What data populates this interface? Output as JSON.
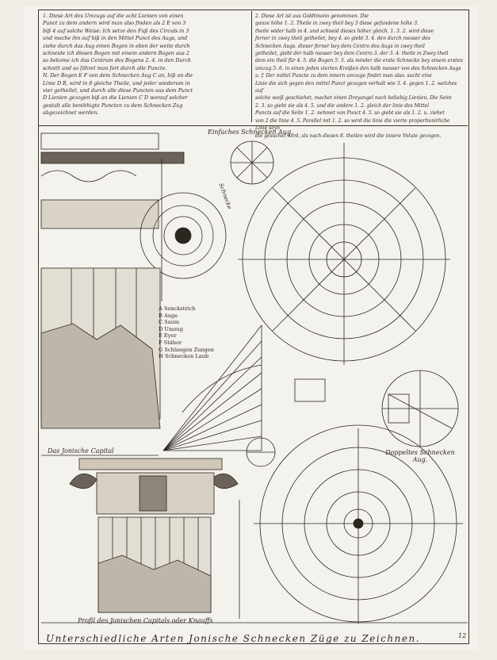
{
  "text_block_1": "1. Diese Art des Umzugs auf die acht Lienien von einen\nPunct zu dem andern wird man also finden als 2 E von 3\nbiß 4 auf solche Weise: Ich setze den Fuß des Circuls in 3\nund mache ihn auf biß in den Mittel Punct des Augs, und\nziehe durch das Aug einen Bogen in eben der weite durch\nschneide ich diesen Bogen mit einem andern Bogen aus 2\nso bekome ich das Centrum des Bogens 2. 4. in den Durch\nschnitt und so fähret man fort durch alle Puncte.\nN. Der Bogen E F von dem Schnecken Aug C an, biß an die\nLinie D B, wird in 8 gleiche Theile, und jeder wiederum in\nvier getheilet, und durch alle diese Puncten aus dem Punct\nD Lienien gezogen biß an die Lienien C D worauf solcher\ngestalt alle benöthigte Puncten zu dem Schnecken Zug\nabgezeichnet werden.",
  "text_block_2": "2. Diese Art ist aus Goldtmann genommen. Die\nganze höhe 1. 2. Theile in zwey theil bey 3 diese gefundene höhe 3.\ntheile wider halb in 4. und schneid dieses höher gleich. 1. 3. 2. wird diese\nferner in zwey theil getheilet, bey 4. so giebt 3. 4. den durch messer des\nSchnecken Augs. dieser ferner bey dem Centro des Augs in zwey theil\ngetheilet, giebt der halb messer bey dem Centro 3. der 3. 4. theile in Zwey theil\ndem ein theil für 4. 5. die Bogen 5. 5. als minder die erste Schnecke bey einem ersten\numzug 5. 6. in einen jeden vierten Kreißen den halb messer von des Schnecken Augs\nu. f. Der mittel Puncte zu dem innern umzuge findet man also. sucht eine\nLinie die sich gegen den mittel Punct gezogen verhalt wie 3. 4. gegen 1. 2. welches auf\nsolche weiß geschiehet, machet einen Dreyangel nach beliebig Lienien. Die Seite\n2. 3. so giebt sie als 4. 5. und die andere 1. 2. gleich der linie des Mittel\nPuncts auf die Seite 1. 2. nehmet von Punct 4. 5. so giebt sie als 1. 2. u. ziehet\nvon 2 die linie 4. 5. Parallel mit 1. 2. so wird die linie die vierte proportionirliche Linie seyn\ndie gesuchet wird, als nach diesen 8. theilen wird die innere Volute gezogen.",
  "label_simple_eye": "Einfaches Schnecken Aug.",
  "label_schnecke": "Schnecke",
  "legend_items": [
    "A Senckstrich",
    "B Auge",
    "C Saum",
    "D Umzug",
    "E Eyer",
    "F Stäbor",
    "G Schlangen Zungen",
    "H Schnecken Laub"
  ],
  "label_ionic_capital": "Das Jonische Capital",
  "label_double_eye": "Doppeltes Schnecken Aug.",
  "label_profile": "Profil des Jonischen Capitals oder Knauffs",
  "title_bottom": "Unterschiedliche Arten Jonische Schnecken Züge zu Zeichnen.",
  "page_number": "12",
  "colors": {
    "paper": "#f4f2ec",
    "ink": "#2b2620",
    "background": "#efede6"
  }
}
